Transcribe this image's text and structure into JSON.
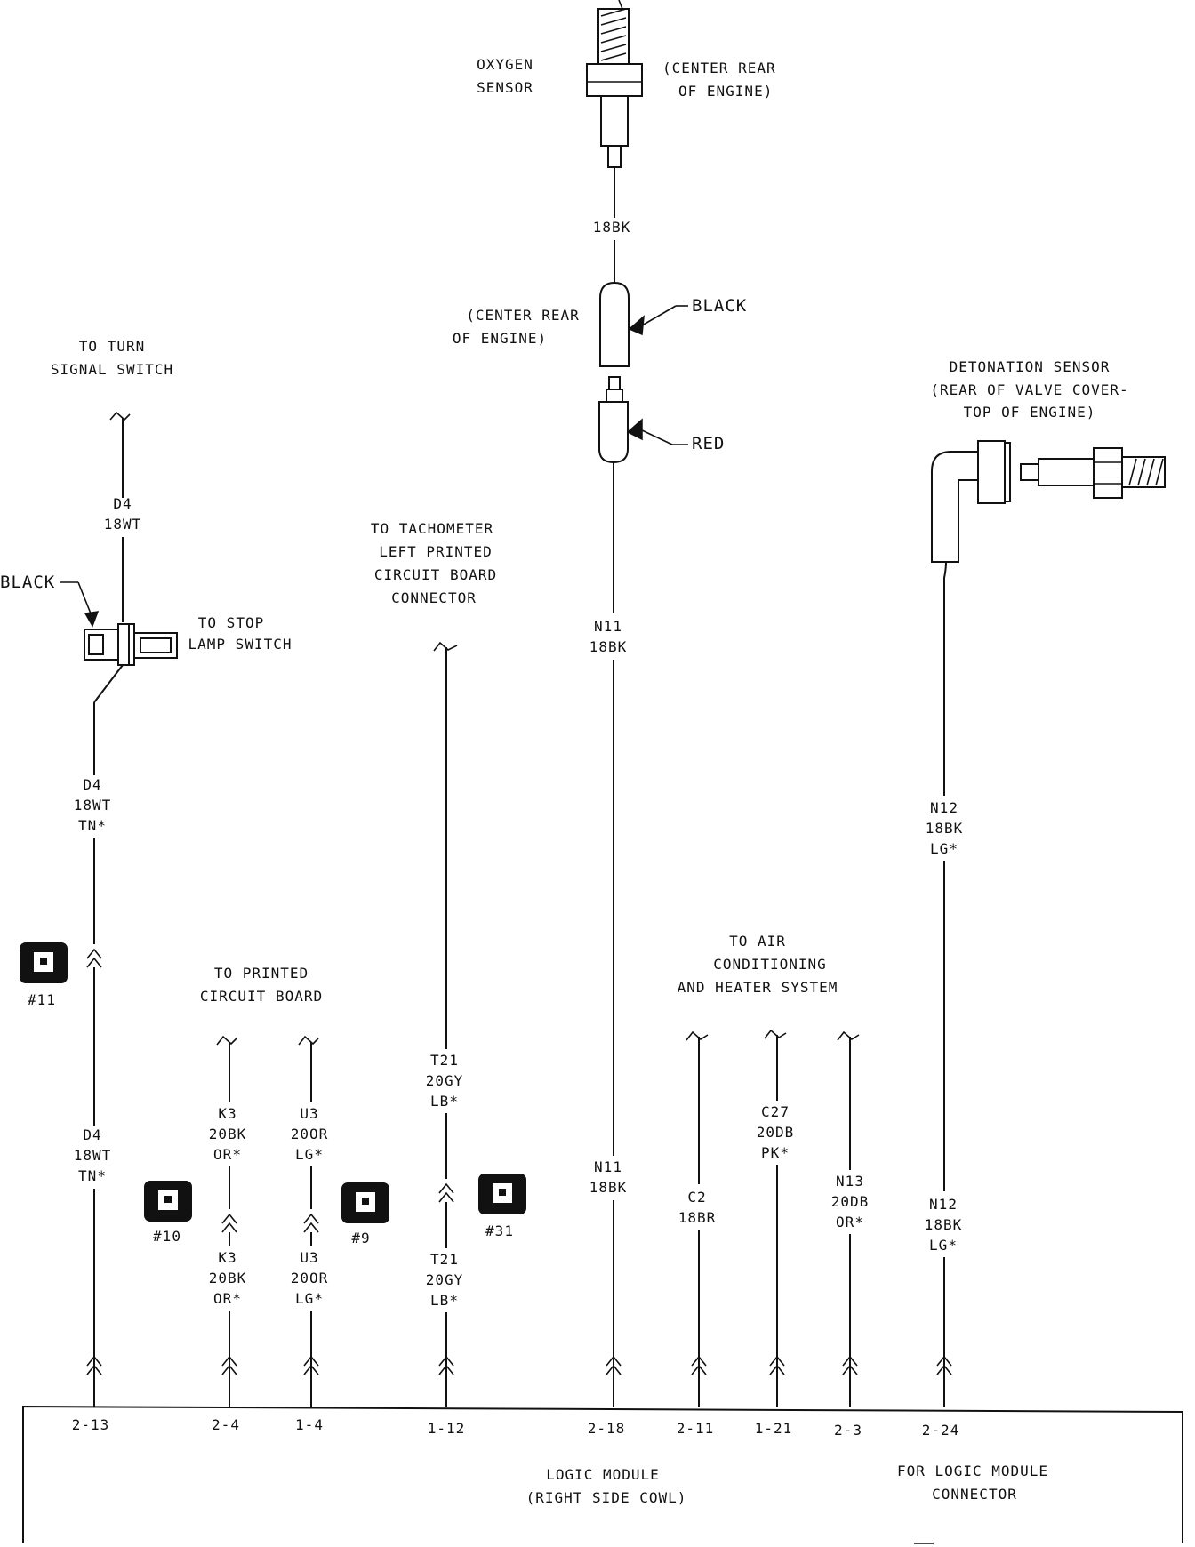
{
  "components": {
    "oxygen_sensor": {
      "name_line1": "OXYGEN",
      "name_line2": "SENSOR",
      "loc_line1": "(CENTER REAR",
      "loc_line2": "OF ENGINE)"
    },
    "o2_wire_top": "18BK",
    "o2_connector_loc_line1": "(CENTER REAR",
    "o2_connector_loc_line2": "OF ENGINE)",
    "connector_black": "BLACK",
    "connector_red": "RED",
    "detonation_sensor": {
      "line1": "DETONATION SENSOR",
      "line2": "(REAR OF VALVE COVER-",
      "line3": "TOP OF ENGINE)"
    },
    "turn_signal": {
      "line1": "TO TURN",
      "line2": "SIGNAL SWITCH"
    },
    "stop_lamp": {
      "line1": "TO STOP",
      "line2": "LAMP SWITCH"
    },
    "stop_lamp_black": "BLACK",
    "tachometer": {
      "line1": "TO TACHOMETER",
      "line2": "LEFT PRINTED",
      "line3": "CIRCUIT BOARD",
      "line4": "CONNECTOR"
    },
    "printed_circuit": {
      "line1": "TO PRINTED",
      "line2": "CIRCUIT BOARD"
    },
    "air_conditioning": {
      "line1": "TO AIR",
      "line2": "CONDITIONING",
      "line3": "AND HEATER SYSTEM"
    },
    "logic_module": {
      "line1": "LOGIC MODULE",
      "line2": "(RIGHT SIDE COWL)"
    },
    "logic_module_connector": {
      "line1": "FOR LOGIC MODULE",
      "line2": "CONNECTOR"
    }
  },
  "wire_labels": {
    "d4_top": [
      "D4",
      "18WT"
    ],
    "d4_mid": [
      "D4",
      "18WT",
      "TN*"
    ],
    "d4_low": [
      "D4",
      "18WT",
      "TN*"
    ],
    "n11_top": [
      "N11",
      "18BK"
    ],
    "n11_low": [
      "N11",
      "18BK"
    ],
    "n12_top": [
      "N12",
      "18BK",
      "LG*"
    ],
    "n12_low": [
      "N12",
      "18BK",
      "LG*"
    ],
    "k3_top": [
      "K3",
      "20BK",
      "OR*"
    ],
    "k3_low": [
      "K3",
      "20BK",
      "OR*"
    ],
    "u3_top": [
      "U3",
      "20OR",
      "LG*"
    ],
    "u3_low": [
      "U3",
      "20OR",
      "LG*"
    ],
    "t21_top": [
      "T21",
      "20GY",
      "LB*"
    ],
    "t21_low": [
      "T21",
      "20GY",
      "LB*"
    ],
    "c2": [
      "C2",
      "18BR"
    ],
    "c27": [
      "C27",
      "20DB",
      "PK*"
    ],
    "n13": [
      "N13",
      "20DB",
      "OR*"
    ]
  },
  "connector_refs": {
    "c11": "#11",
    "c10": "#10",
    "c9": "#9",
    "c31": "#31"
  },
  "pins": {
    "p1": "2-13",
    "p2": "2-4",
    "p3": "1-4",
    "p4": "1-12",
    "p5": "2-18",
    "p6": "2-11",
    "p7": "1-21",
    "p8": "2-3",
    "p9": "2-24"
  }
}
